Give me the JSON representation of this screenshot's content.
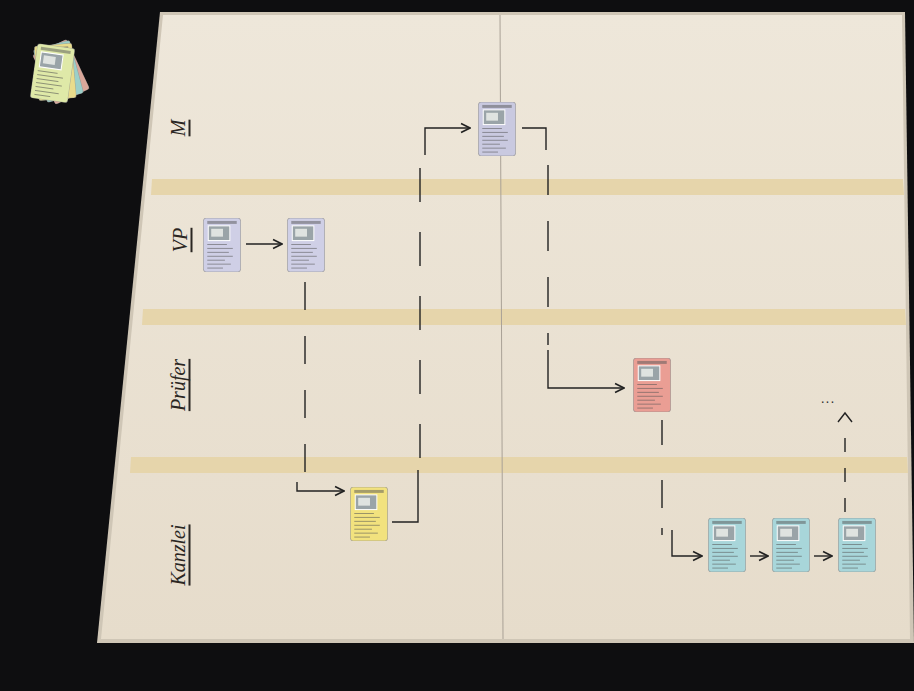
{
  "diagram": {
    "nodes": [
      {
        "text": [
          "M"
        ]
      },
      {
        "text": [
          "VP"
        ]
      },
      {
        "text": [
          "Prüfer"
        ]
      },
      {
        "text": [
          "Kanzlei"
        ]
      }
    ],
    "labels": [
      "..."
    ]
  }
}
